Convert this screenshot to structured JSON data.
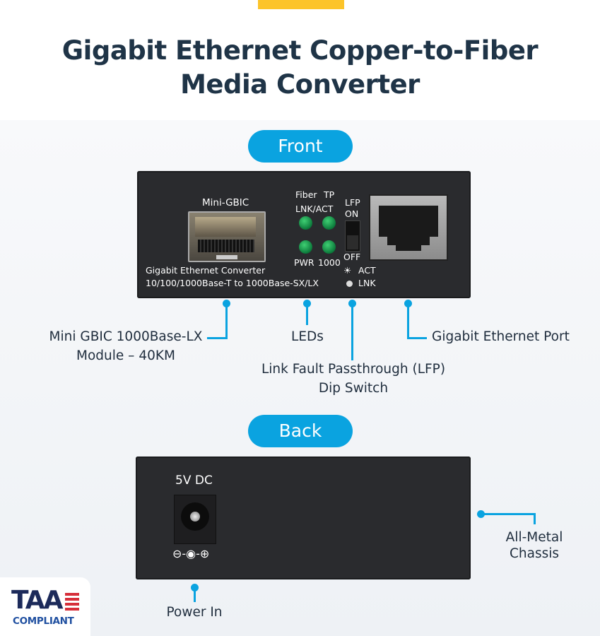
{
  "title": {
    "line1": "Gigabit Ethernet Copper-to-Fiber",
    "line2": "Media Converter"
  },
  "sections": {
    "front": "Front",
    "back": "Back"
  },
  "front_panel": {
    "mini_gbic": "Mini-GBIC",
    "converter_line1": "Gigabit Ethernet Converter",
    "converter_line2": "10/100/1000Base-T to 1000Base-SX/LX",
    "led_fiber": "Fiber",
    "led_tp": "TP",
    "led_lnk_act": "LNK/ACT",
    "led_pwr": "PWR",
    "led_1000": "1000",
    "lfp": "LFP",
    "on": "ON",
    "off": "OFF",
    "act": "ACT",
    "lnk": "LNK"
  },
  "back_panel": {
    "voltage": "5V DC"
  },
  "callouts": {
    "mini_gbic_line1": "Mini GBIC 1000Base-LX",
    "mini_gbic_line2": "Module – 40KM",
    "leds": "LEDs",
    "lfp_line1": "Link Fault Passthrough (LFP)",
    "lfp_line2": "Dip Switch",
    "port": "Gigabit Ethernet Port",
    "chassis_line1": "All-Metal",
    "chassis_line2": "Chassis",
    "power": "Power In"
  },
  "badge": {
    "taa": "TAA",
    "compliant": "COMPLIANT"
  },
  "colors": {
    "accent": "#0aa3e0",
    "title": "#1f3447",
    "yellow": "#fcc42a",
    "taa_navy": "#1c2a5a",
    "taa_red": "#d62f3a"
  }
}
